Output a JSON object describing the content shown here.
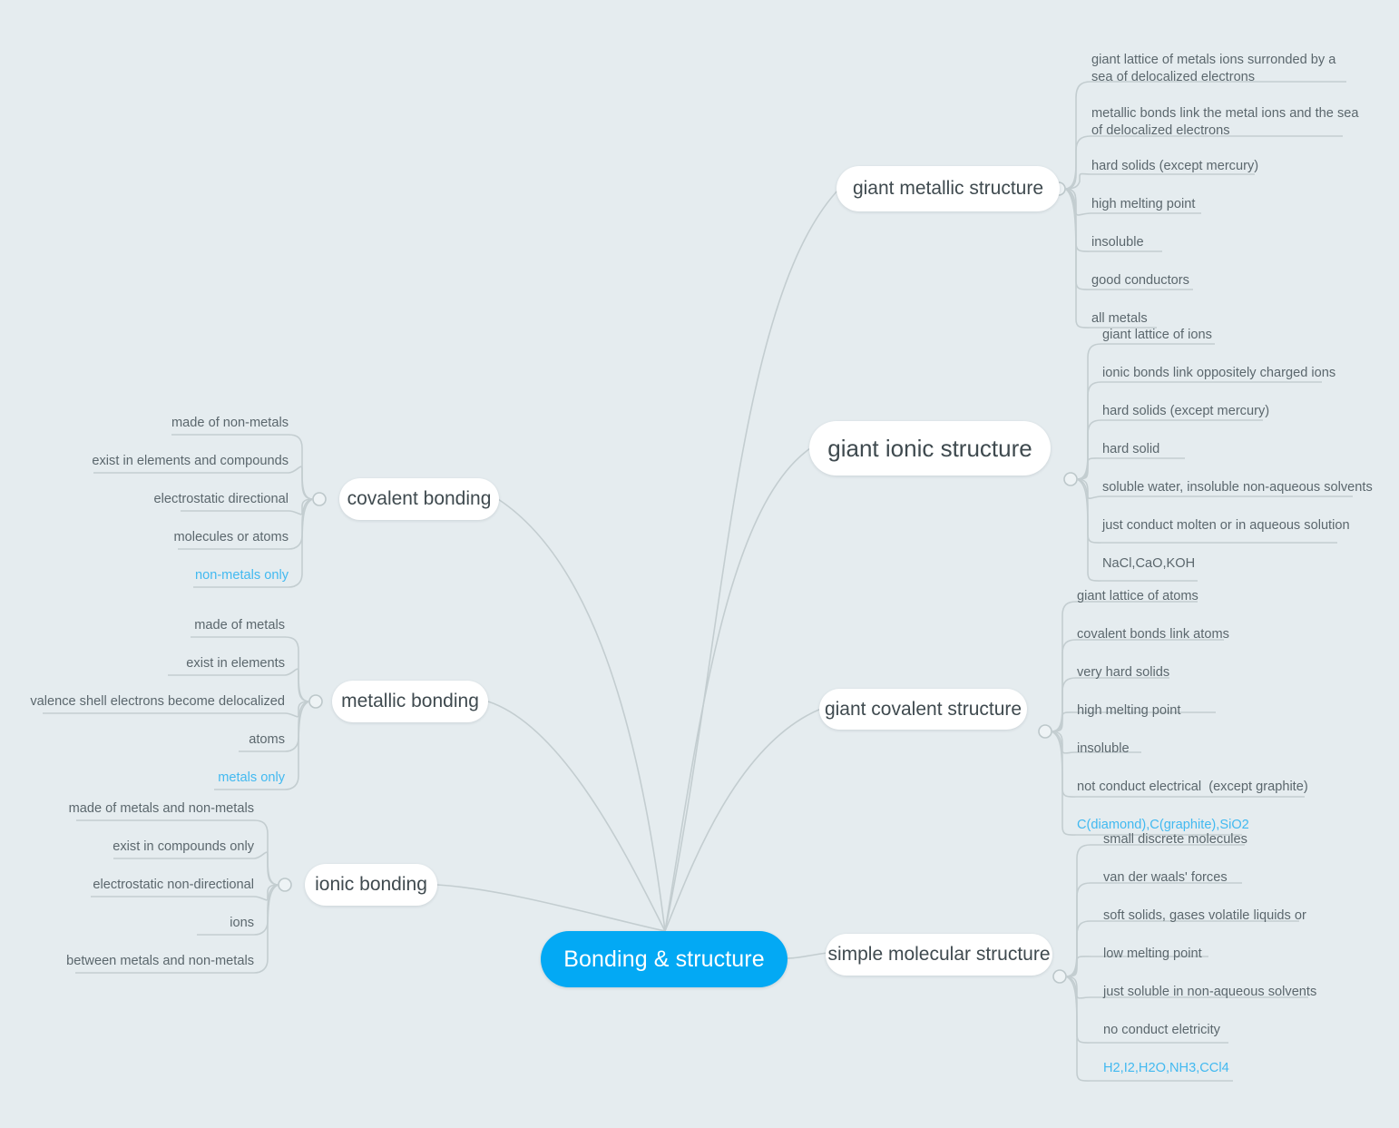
{
  "meta": {
    "background_color": "#e5ecef",
    "accent_color": "#03a9f4",
    "leaf_accent_color": "#42b9f0",
    "link_color": "#c3cdd0",
    "node_text_color": "#3f4a4f",
    "leaf_text_color": "#5b676d"
  },
  "root": {
    "label": "Bonding & structure"
  },
  "branches": [
    {
      "id": "giant-metallic-structure",
      "label": "giant metallic structure",
      "side": "right",
      "leaves": [
        {
          "text": "giant lattice of metals ions surronded by a\nsea of delocalized electrons",
          "accent": false
        },
        {
          "text": "metallic bonds link the metal ions and the sea\nof delocalized electrons",
          "accent": false
        },
        {
          "text": "hard solids (except mercury)",
          "accent": false
        },
        {
          "text": "high melting point",
          "accent": false
        },
        {
          "text": "insoluble",
          "accent": false
        },
        {
          "text": "good conductors",
          "accent": false
        },
        {
          "text": "all metals",
          "accent": false
        }
      ]
    },
    {
      "id": "giant-ionic-structure",
      "label": "giant ionic structure",
      "side": "right",
      "leaves": [
        {
          "text": "giant lattice of ions",
          "accent": false
        },
        {
          "text": "ionic bonds link oppositely charged ions",
          "accent": false
        },
        {
          "text": "hard solids (except mercury)",
          "accent": false
        },
        {
          "text": "hard solid",
          "accent": false
        },
        {
          "text": "soluble water, insoluble non-aqueous solvents",
          "accent": false
        },
        {
          "text": "just conduct molten or in aqueous solution",
          "accent": false
        },
        {
          "text": "NaCl,CaO,KOH",
          "accent": false
        }
      ]
    },
    {
      "id": "giant-covalent-structure",
      "label": "giant covalent structure",
      "side": "right",
      "leaves": [
        {
          "text": "giant lattice of atoms",
          "accent": false
        },
        {
          "text": "covalent bonds link atoms",
          "accent": false
        },
        {
          "text": "very hard solids",
          "accent": false
        },
        {
          "text": "high melting point",
          "accent": false
        },
        {
          "text": "insoluble",
          "accent": false
        },
        {
          "text": "not conduct electrical  (except graphite)",
          "accent": false
        },
        {
          "text": "C(diamond),C(graphite),SiO2",
          "accent": true
        }
      ]
    },
    {
      "id": "simple-molecular-structure",
      "label": "simple molecular structure",
      "side": "right",
      "leaves": [
        {
          "text": "small discrete molecules",
          "accent": false
        },
        {
          "text": "van der waals' forces",
          "accent": false
        },
        {
          "text": "soft solids, gases volatile liquids or",
          "accent": false
        },
        {
          "text": "low melting point",
          "accent": false
        },
        {
          "text": "just soluble in non-aqueous solvents",
          "accent": false
        },
        {
          "text": "no conduct eletricity",
          "accent": false
        },
        {
          "text": "H2,I2,H2O,NH3,CCl4",
          "accent": true
        }
      ]
    },
    {
      "id": "covalent-bonding",
      "label": "covalent bonding",
      "side": "left",
      "leaves": [
        {
          "text": "made of non-metals",
          "accent": false
        },
        {
          "text": "exist in elements and compounds",
          "accent": false
        },
        {
          "text": "electrostatic directional",
          "accent": false
        },
        {
          "text": "molecules or atoms",
          "accent": false
        },
        {
          "text": "non-metals only",
          "accent": true
        }
      ]
    },
    {
      "id": "metallic-bonding",
      "label": "metallic bonding",
      "side": "left",
      "leaves": [
        {
          "text": "made of metals",
          "accent": false
        },
        {
          "text": "exist in elements",
          "accent": false
        },
        {
          "text": "valence shell electrons become delocalized",
          "accent": false
        },
        {
          "text": "atoms",
          "accent": false
        },
        {
          "text": "metals only",
          "accent": true
        }
      ]
    },
    {
      "id": "ionic-bonding",
      "label": "ionic bonding",
      "side": "left",
      "leaves": [
        {
          "text": "made of metals and non-metals",
          "accent": false
        },
        {
          "text": "exist in compounds only",
          "accent": false
        },
        {
          "text": "electrostatic non-directional",
          "accent": false
        },
        {
          "text": "ions",
          "accent": false
        },
        {
          "text": "between metals and non-metals",
          "accent": false
        }
      ]
    }
  ]
}
